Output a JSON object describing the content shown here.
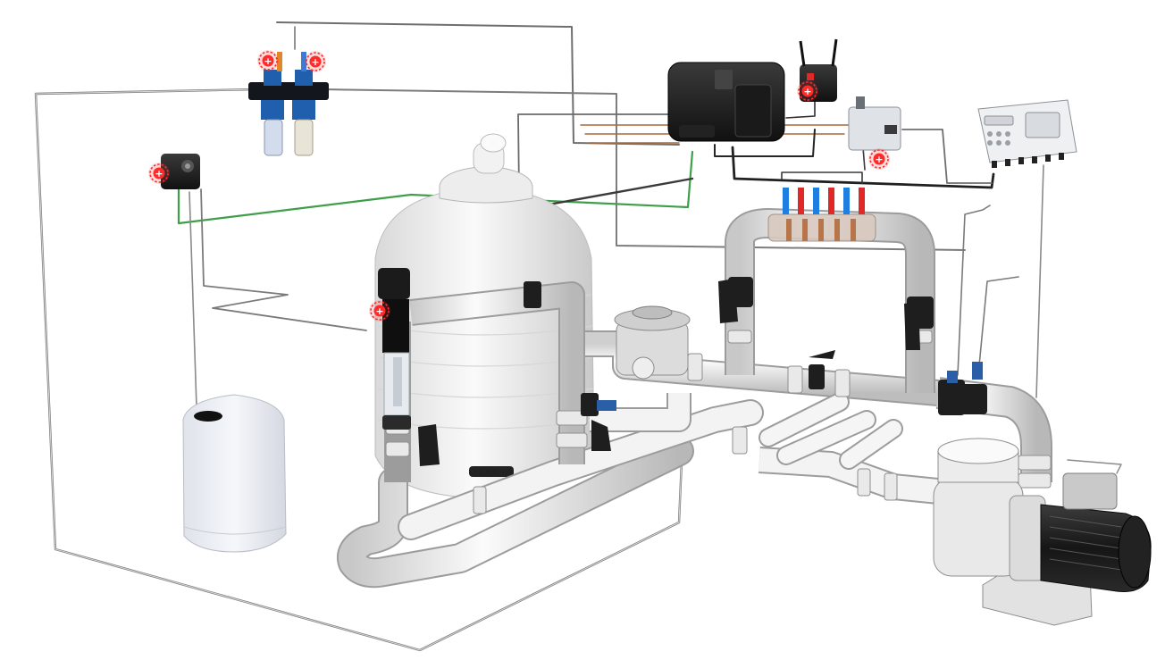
{
  "diagram": {
    "components": [
      {
        "id": "dosing-pumps",
        "icon": "double-peristaltic-dosing-pump"
      },
      {
        "id": "flow-pump",
        "icon": "small-dosing-pump"
      },
      {
        "id": "chemical-tank",
        "icon": "chemical-container"
      },
      {
        "id": "sand-filter",
        "icon": "sand-filter-tank"
      },
      {
        "id": "sensor-chamber",
        "icon": "probe-holder-chamber"
      },
      {
        "id": "controller",
        "icon": "main-control-unit"
      },
      {
        "id": "wifi-module",
        "icon": "wireless-router"
      },
      {
        "id": "junction-box",
        "icon": "relay-junction-box"
      },
      {
        "id": "control-panel",
        "icon": "display-control-panel"
      },
      {
        "id": "probe-manifold",
        "icon": "sensor-probe-manifold"
      },
      {
        "id": "multiport-valve",
        "icon": "six-way-valve"
      },
      {
        "id": "circulation-pump",
        "icon": "pool-pump-motor"
      }
    ],
    "hotspots": [
      {
        "id": "dosing-pump-left",
        "symbol": "+"
      },
      {
        "id": "dosing-pump-right",
        "symbol": "+"
      },
      {
        "id": "flow-pump",
        "symbol": "+"
      },
      {
        "id": "sensor-chamber",
        "symbol": "+"
      },
      {
        "id": "wifi-module",
        "symbol": "+"
      },
      {
        "id": "junction-box",
        "symbol": "+"
      }
    ],
    "colors": {
      "pipe": "#ededed",
      "pipe_edge": "#9a9a9a",
      "valve": "#1e1e1e",
      "cable": "#6f6f6f",
      "cable_green": "#3f9e4a",
      "cable_copper": "#a8693a",
      "hotspot": "#ff2a2a",
      "probe_blue": "#1f7fe0",
      "probe_red": "#e02828",
      "filter_blue": "#1f5fae"
    }
  }
}
